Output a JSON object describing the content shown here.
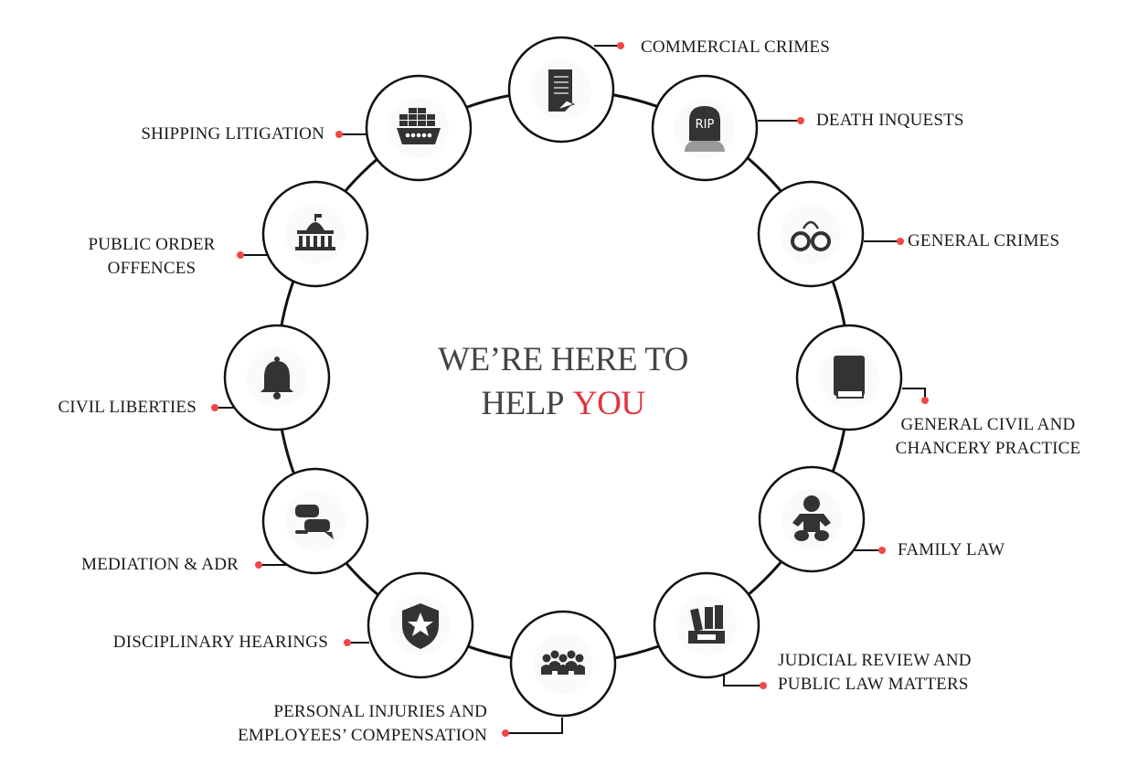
{
  "heading": {
    "line1": "WE’RE HERE TO",
    "line2_prefix": "HELP",
    "line2_accent": "YOU"
  },
  "colors": {
    "accent": "#e3343c",
    "icon": "#333333",
    "ring": "#111111",
    "dot": "#f04848"
  },
  "practice_areas": [
    {
      "label_lines": [
        "COMMERCIAL CRIMES"
      ],
      "icon": "document-icon"
    },
    {
      "label_lines": [
        "DEATH INQUESTS"
      ],
      "icon": "tombstone-icon",
      "icon_text": "RIP"
    },
    {
      "label_lines": [
        "GENERAL CRIMES"
      ],
      "icon": "handcuffs-icon"
    },
    {
      "label_lines": [
        "GENERAL CIVIL AND",
        "CHANCERY PRACTICE"
      ],
      "icon": "book-icon"
    },
    {
      "label_lines": [
        "FAMILY LAW"
      ],
      "icon": "baby-icon"
    },
    {
      "label_lines": [
        "JUDICIAL REVIEW AND",
        "PUBLIC LAW MATTERS"
      ],
      "icon": "law-books-icon"
    },
    {
      "label_lines": [
        "PERSONAL INJURIES AND",
        "EMPLOYEES’ COMPENSATION"
      ],
      "icon": "group-icon"
    },
    {
      "label_lines": [
        "DISCIPLINARY HEARINGS"
      ],
      "icon": "police-badge-icon"
    },
    {
      "label_lines": [
        "MEDIATION & ADR"
      ],
      "icon": "speech-bubbles-icon"
    },
    {
      "label_lines": [
        "CIVIL LIBERTIES"
      ],
      "icon": "bell-icon"
    },
    {
      "label_lines": [
        "PUBLIC ORDER",
        "OFFENCES"
      ],
      "icon": "government-building-icon"
    },
    {
      "label_lines": [
        "SHIPPING LITIGATION"
      ],
      "icon": "ship-icon"
    }
  ]
}
